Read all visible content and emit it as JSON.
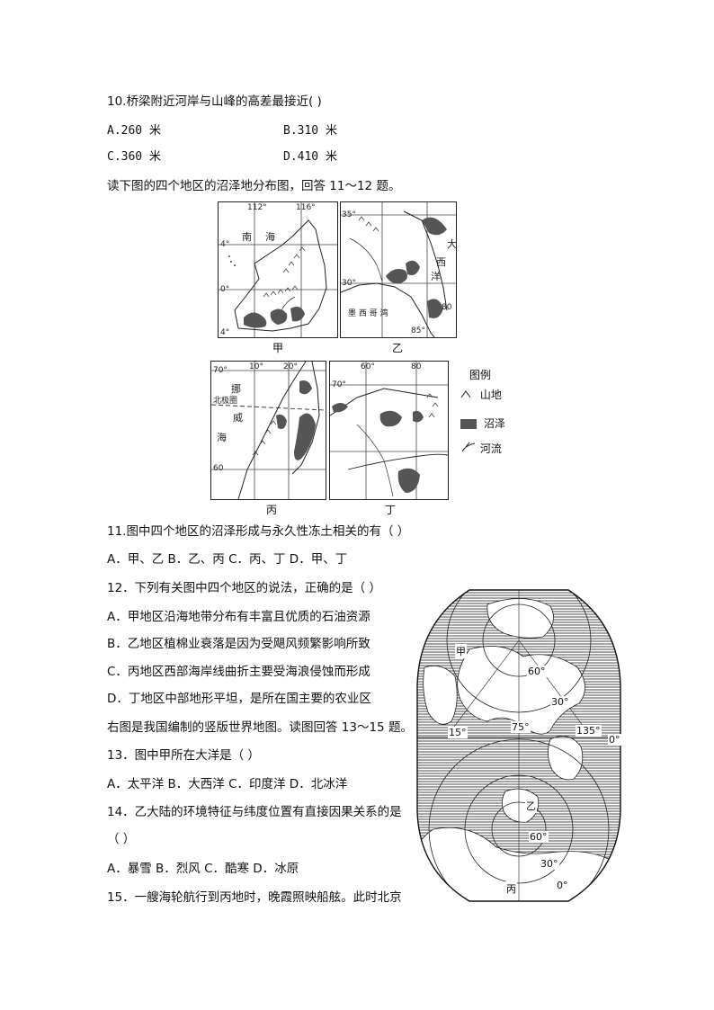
{
  "q10": {
    "stem": "10.桥梁附近河岸与山峰的高差最接近(    )",
    "a": "A.260 米",
    "b": "B.310 米",
    "c": "C.360 米",
    "d": "D.410 米"
  },
  "intro_11_12": "读下图的四个地区的沼泽地分布图，回答 11～12 题。",
  "maps": {
    "jia": {
      "caption": "甲",
      "lon1": "112°",
      "lon2": "116°",
      "lat1": "4°",
      "lat2": "0°",
      "lat3": "4°",
      "sea1": "南",
      "sea2": "海"
    },
    "yi": {
      "caption": "乙",
      "lat1": "35°",
      "lat2": "30°",
      "lon1": "85°",
      "lon2": "80",
      "gulf": "墨 西 哥 湾",
      "ocean1": "大",
      "ocean2": "西",
      "ocean3": "洋"
    },
    "bing": {
      "caption": "丙",
      "lat1": "70°",
      "lat2": "60",
      "lon1": "10°",
      "lon2": "20°",
      "arctic": "北极圈",
      "n1": "挪",
      "n2": "威",
      "n3": "海"
    },
    "ding": {
      "caption": "丁",
      "lat1": "70°",
      "lon1": "60°",
      "lon2": "80"
    }
  },
  "legend": {
    "title": "图例",
    "mountain": "山地",
    "swamp": "沼泽",
    "river": "河流"
  },
  "q11": {
    "stem": "11.图中四个地区的沼泽形成与永久性冻土相关的有（    ）",
    "options": "A．甲、乙    B．乙、丙    C．丙、丁    D．甲、丁"
  },
  "q12": {
    "stem": "12．下列有关图中四个地区的说法，正确的是（    ）",
    "a": "A．甲地区沿海地带分布有丰富且优质的石油资源",
    "b": "B．乙地区植棉业衰落是因为受飓风频繁影响所致",
    "c": "C．丙地区西部海岸线曲折主要受海浪侵蚀而形成",
    "d": "D．丁地区中部地形平坦，是所在国主要的农业区"
  },
  "intro_13_15": "右图是我国编制的竖版世界地图。读图回答 13～15 题。",
  "q13": {
    "stem": "13．图中甲所在大洋是（    ）",
    "options": "A．太平洋  B．大西洋  C．印度洋  D．北冰洋"
  },
  "q14": {
    "stem": "14．乙大陆的环境特征与纬度位置有直接因果关系的是",
    "paren": "（    ）",
    "options": "A．暴雪    B．烈风    C．酷寒    D．冰原"
  },
  "q15": {
    "stem": "15．一艘海轮航行到丙地时，晚霞照映船舷。此时北京"
  },
  "world_map": {
    "jia": "甲",
    "yi": "乙",
    "bing": "丙",
    "lat60n": "60°",
    "lat30n": "30°",
    "lon75": "75°",
    "lon15": "15°",
    "lon135": "135°",
    "eq": "0°",
    "lat60s": "60°",
    "lat30s": "30°",
    "eq2": "0°"
  }
}
